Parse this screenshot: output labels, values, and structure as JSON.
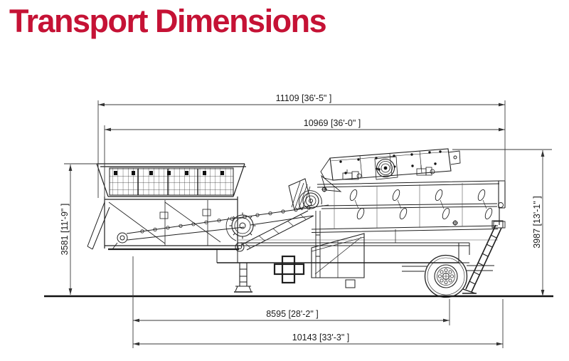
{
  "page": {
    "title": "Transport Dimensions"
  },
  "colors": {
    "title_red": "#c51235",
    "drawing_line": "#1f1f1f",
    "dimension_line": "#3a3a3a",
    "background": "#ffffff"
  },
  "dimensions": {
    "overall_length": {
      "mm": "11109",
      "ftin": "36'-5\"",
      "label": "11109 [36'-5\" ]"
    },
    "body_length": {
      "mm": "10969",
      "ftin": "36'-0\"",
      "label": "10969 [36'-0\" ]"
    },
    "height_front": {
      "mm": "3581",
      "ftin": "11'-9\"",
      "label": "3581 [11'-9\" ]"
    },
    "height_rear": {
      "mm": "3987",
      "ftin": "13'-1\"",
      "label": "3987 [13'-1\" ]"
    },
    "leg_to_axle": {
      "mm": "8595",
      "ftin": "28'-2\"",
      "label": "8595 [28'-2\" ]"
    },
    "leg_to_rear": {
      "mm": "10143",
      "ftin": "33'-3\"",
      "label": "10143 [33'-3\" ]"
    }
  }
}
